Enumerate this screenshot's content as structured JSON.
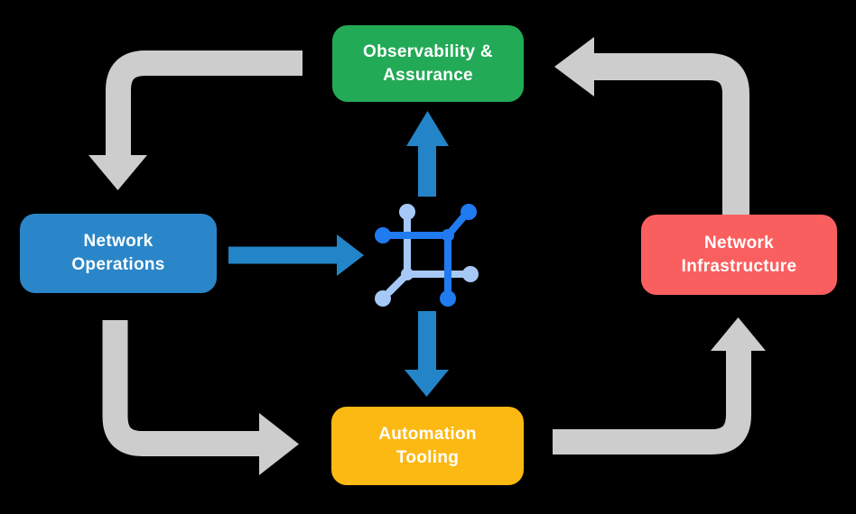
{
  "diagram": {
    "background_color": "#000000",
    "text_color": "#ffffff",
    "nodes": [
      {
        "id": "observability",
        "line1": "Observability &",
        "line2": "Assurance",
        "color": "#23aa56"
      },
      {
        "id": "operations",
        "line1": "Network",
        "line2": "Operations",
        "color": "#2a86c8"
      },
      {
        "id": "infrastructure",
        "line1": "Network",
        "line2": "Infrastructure",
        "color": "#fa5f5f"
      },
      {
        "id": "automation",
        "line1": "Automation",
        "line2": "Tooling",
        "color": "#fcb913"
      }
    ],
    "cycle_arrows": {
      "color": "#cdcdcd",
      "flows": [
        {
          "from": "Observability & Assurance",
          "to": "Network Operations"
        },
        {
          "from": "Network Operations",
          "to": "Automation Tooling"
        },
        {
          "from": "Automation Tooling",
          "to": "Network Infrastructure"
        },
        {
          "from": "Network Infrastructure",
          "to": "Observability & Assurance"
        }
      ]
    },
    "flow_arrows": {
      "color": "#2484c8",
      "flows": [
        {
          "from": "Network Operations",
          "to": "center network icon"
        },
        {
          "from": "center network icon",
          "to": "Observability & Assurance"
        },
        {
          "from": "center network icon",
          "to": "Automation Tooling"
        }
      ]
    },
    "center_icon": {
      "name": "network-mesh-icon",
      "dark_color": "#207af0",
      "light_color": "#a6c8f7"
    }
  }
}
